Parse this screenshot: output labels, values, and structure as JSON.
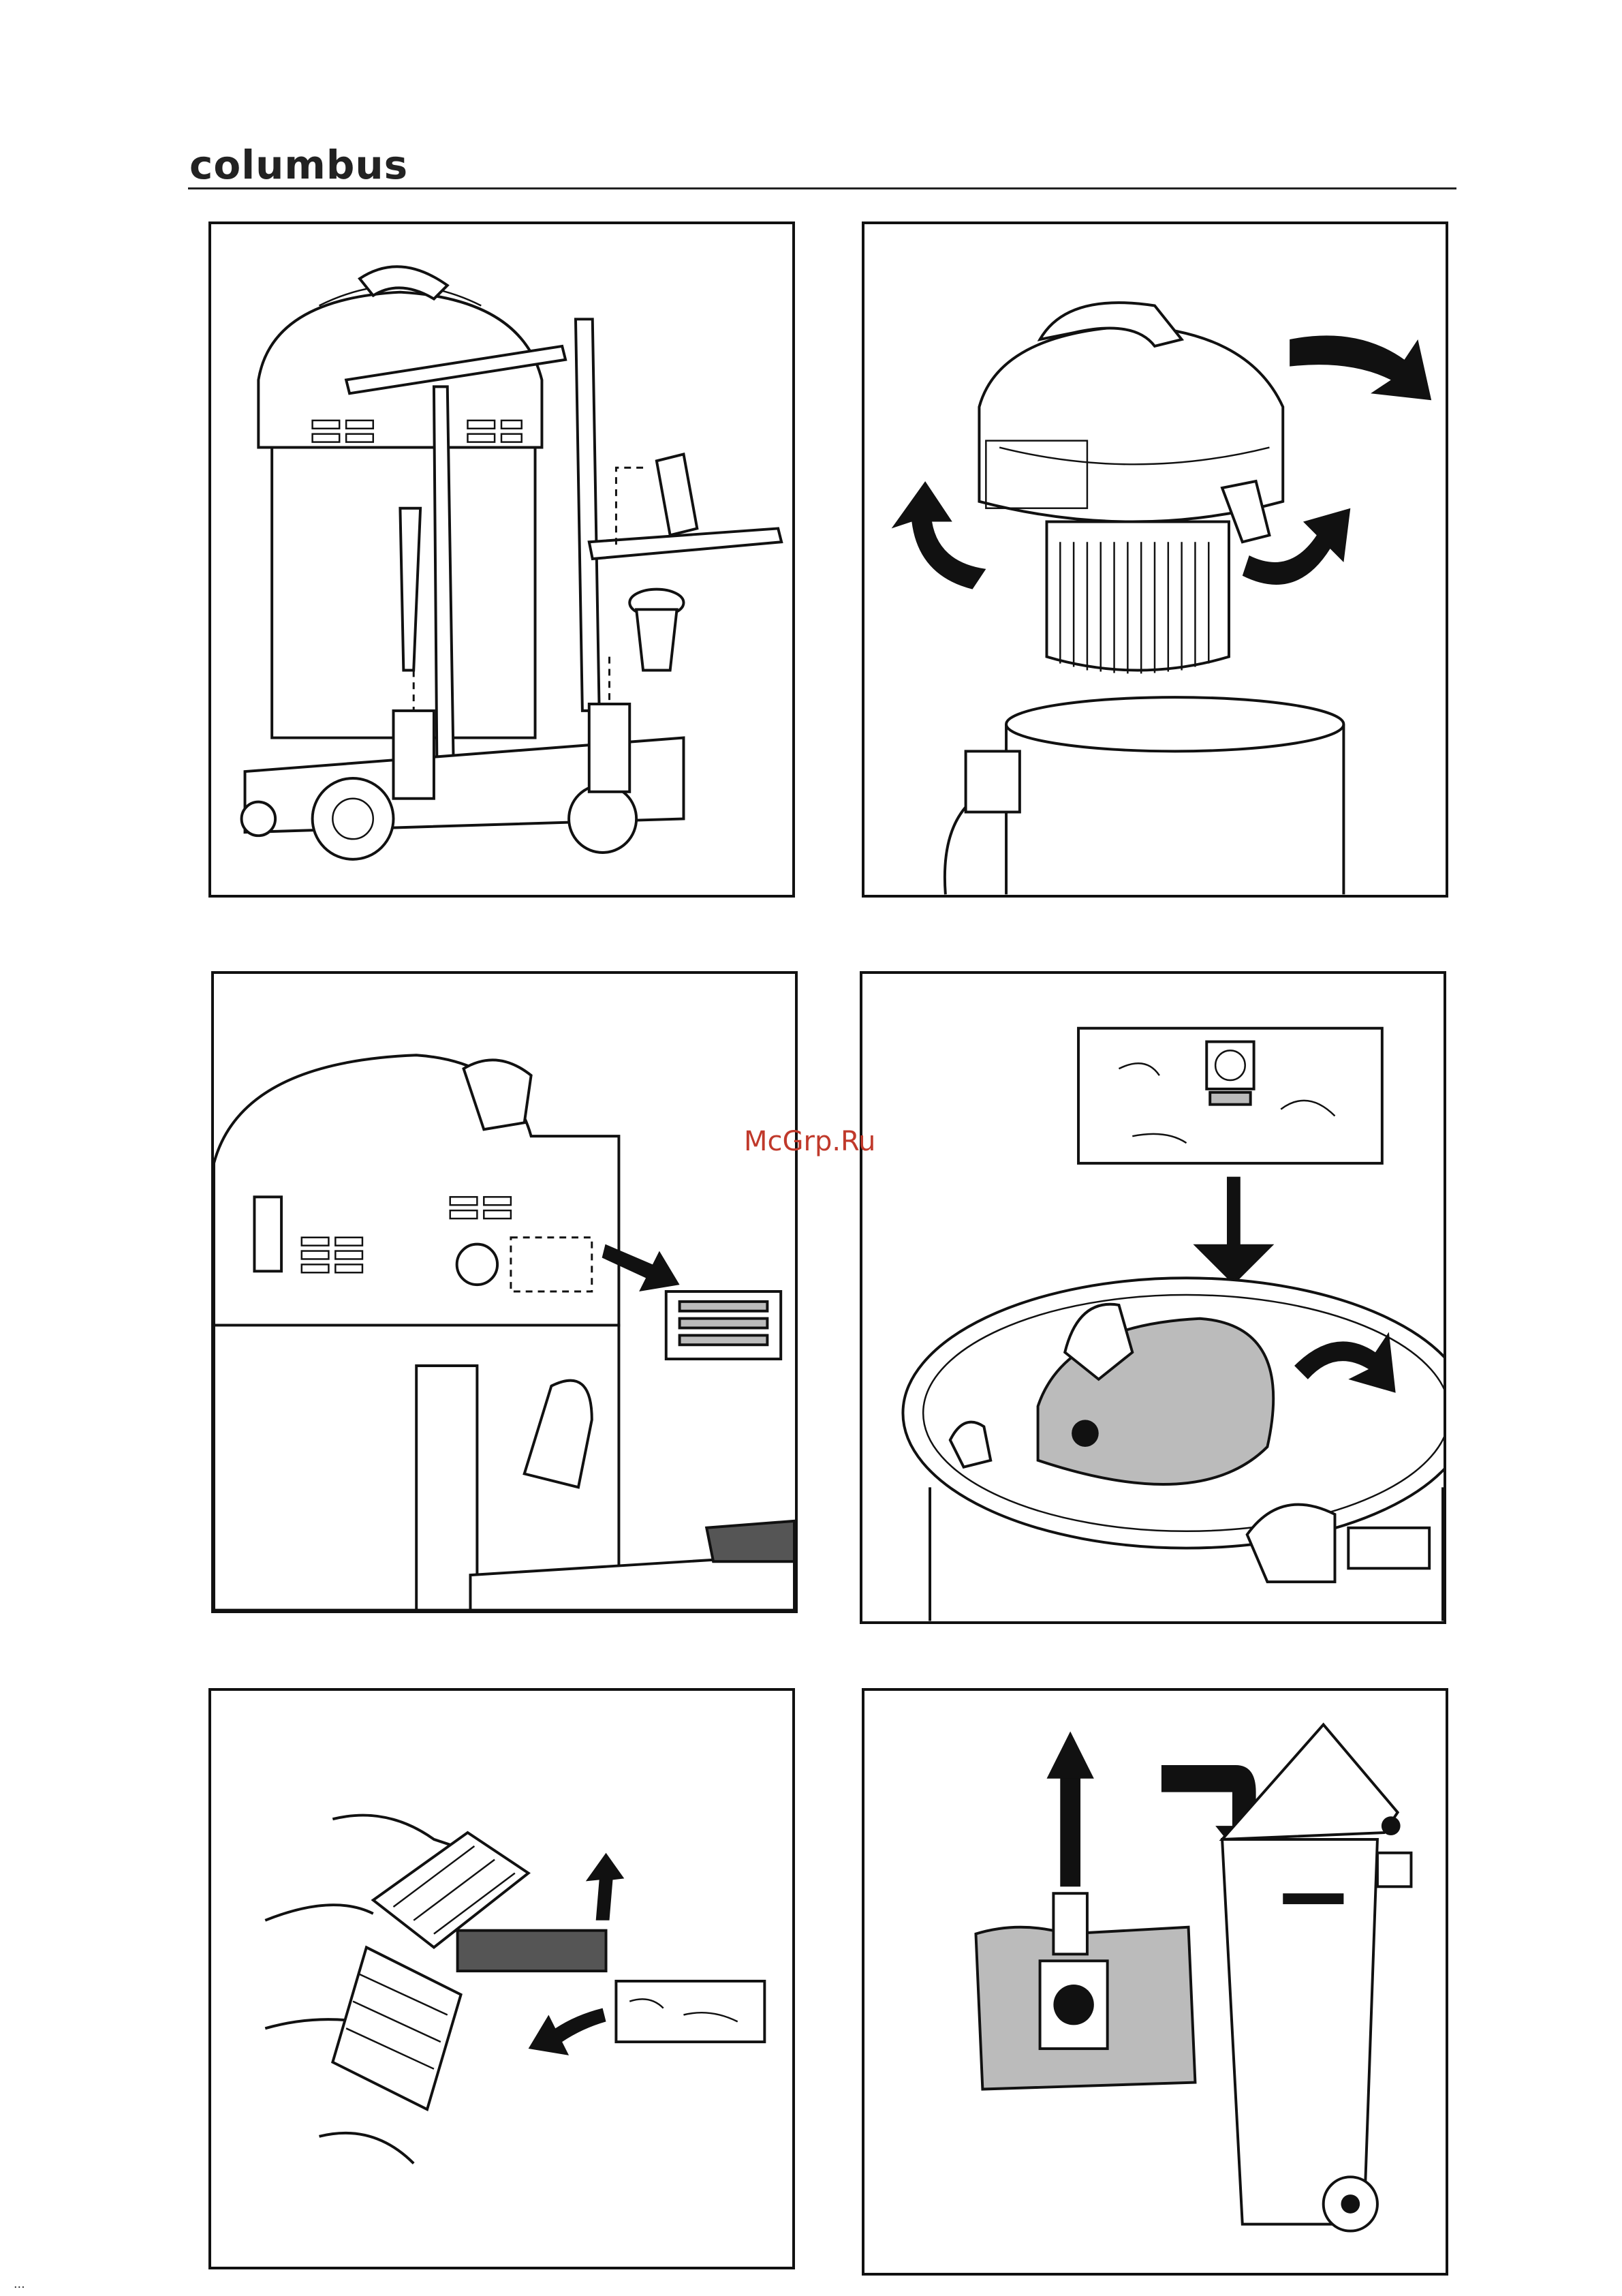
{
  "header": {
    "logo_text": "columbus"
  },
  "watermark": {
    "text": "McGrp.Ru"
  },
  "footer": {
    "page_mark": "..."
  },
  "panels": [
    {
      "id": "fig1",
      "icon": "vacuum-with-accessories-illustration"
    },
    {
      "id": "fig2",
      "icon": "lift-motor-head-illustration"
    },
    {
      "id": "fig3",
      "icon": "remove-exhaust-filter-illustration"
    },
    {
      "id": "fig4",
      "icon": "insert-dust-bag-illustration"
    },
    {
      "id": "fig5",
      "icon": "clean-foam-filter-illustration"
    },
    {
      "id": "fig6",
      "icon": "dispose-bag-in-bin-illustration"
    }
  ],
  "colors": {
    "line": "#111111",
    "shade": "#bbbbbb",
    "dark_shade": "#555555",
    "watermark": "#c0392b"
  }
}
